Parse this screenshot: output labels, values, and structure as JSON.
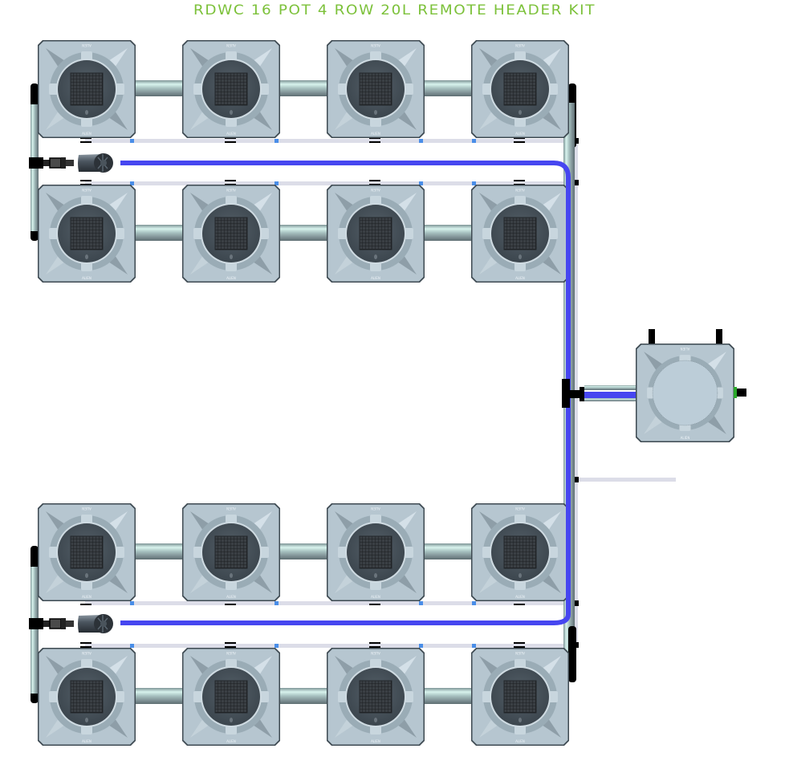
{
  "title": "RDWC 16 POT 4 ROW 20L REMOTE HEADER KIT",
  "kit": {
    "system": "RDWC",
    "pot_count": 16,
    "row_count": 4,
    "pots_per_row": 4,
    "pot_volume": "20L",
    "configuration": "Remote Header"
  },
  "pot_brand_text": "ALIEN",
  "rows": [
    {
      "id": "row-1",
      "pots": [
        "pot-1-1",
        "pot-1-2",
        "pot-1-3",
        "pot-1-4"
      ]
    },
    {
      "id": "row-2",
      "pots": [
        "pot-2-1",
        "pot-2-2",
        "pot-2-3",
        "pot-2-4"
      ]
    },
    {
      "id": "row-3",
      "pots": [
        "pot-3-1",
        "pot-3-2",
        "pot-3-3",
        "pot-3-4"
      ]
    },
    {
      "id": "row-4",
      "pots": [
        "pot-4-1",
        "pot-4-2",
        "pot-4-3",
        "pot-4-4"
      ]
    }
  ],
  "components": {
    "pumps": [
      "pump-upper",
      "pump-lower"
    ],
    "header_tank": "remote-header-tank"
  },
  "colors": {
    "title": "#7cc13a",
    "return_line": "#4646f0",
    "pot_body": "#b4c4ce",
    "pipe": "#a8c8c4",
    "rail": "#dcdde8"
  }
}
